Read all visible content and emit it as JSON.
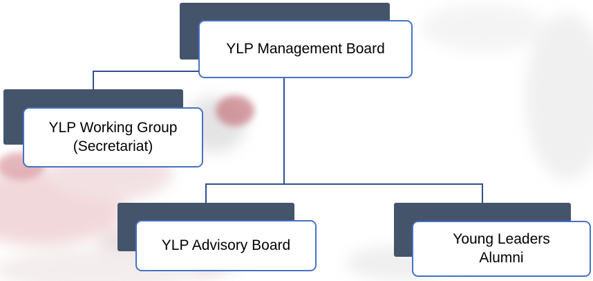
{
  "org_chart": {
    "management_board": "YLP Management Board",
    "working_group_line1": "YLP Working Group",
    "working_group_line2": "(Secretariat)",
    "advisory_board": "YLP Advisory Board",
    "alumni_line1": "Young Leaders",
    "alumni_line2": "Alumni"
  },
  "colors": {
    "shadow": "#44546a",
    "border": "#4472c4",
    "connector": "#2f4f8f"
  }
}
